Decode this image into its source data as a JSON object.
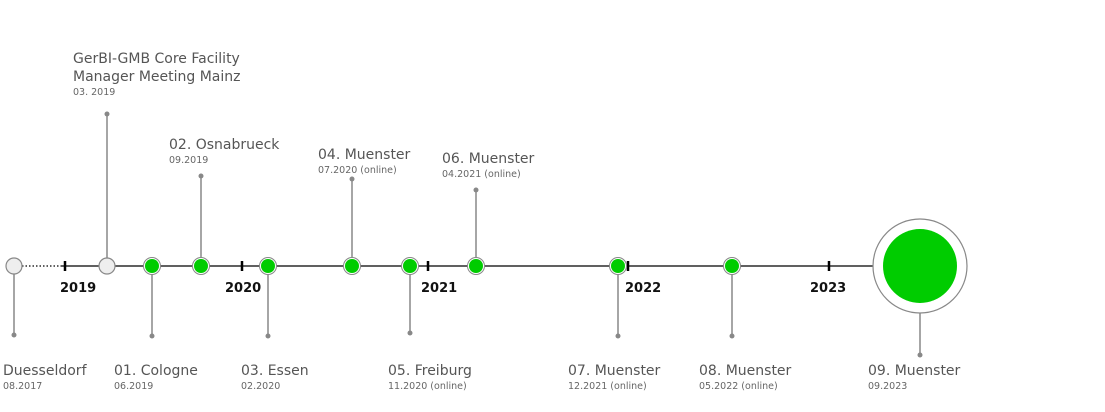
{
  "events": [
    {
      "id": "duesseldorf",
      "title": "Duesseldorf",
      "date": "08.2017",
      "state": "past"
    },
    {
      "id": "gerbi",
      "title": "GerBI-GMB Core Facility\nManager Meeting Mainz",
      "date": "03. 2019",
      "state": "past"
    },
    {
      "id": "e01",
      "title": "01. Cologne",
      "date": "06.2019",
      "state": "done"
    },
    {
      "id": "e02",
      "title": "02. Osnabrueck",
      "date": "09.2019",
      "state": "done"
    },
    {
      "id": "e03",
      "title": "03. Essen",
      "date": "02.2020",
      "state": "done"
    },
    {
      "id": "e04",
      "title": "04. Muenster",
      "date": "07.2020 (online)",
      "state": "done"
    },
    {
      "id": "e05",
      "title": "05. Freiburg",
      "date": "11.2020 (online)",
      "state": "done"
    },
    {
      "id": "e06",
      "title": "06. Muenster",
      "date": "04.2021 (online)",
      "state": "done"
    },
    {
      "id": "e07",
      "title": "07. Muenster",
      "date": "12.2021 (online)",
      "state": "done"
    },
    {
      "id": "e08",
      "title": "08. Muenster",
      "date": "05.2022 (online)",
      "state": "done"
    },
    {
      "id": "e09",
      "title": "09. Muenster",
      "date": "09.2023",
      "state": "current"
    }
  ],
  "years": [
    "2019",
    "2020",
    "2021",
    "2022",
    "2023"
  ],
  "colors": {
    "done": "#00cc00",
    "past_fill": "#eeeeee",
    "marker_stroke": "#888888",
    "connector": "#888888",
    "axis": "#000000",
    "title_text": "#555555",
    "date_text": "#666666"
  }
}
